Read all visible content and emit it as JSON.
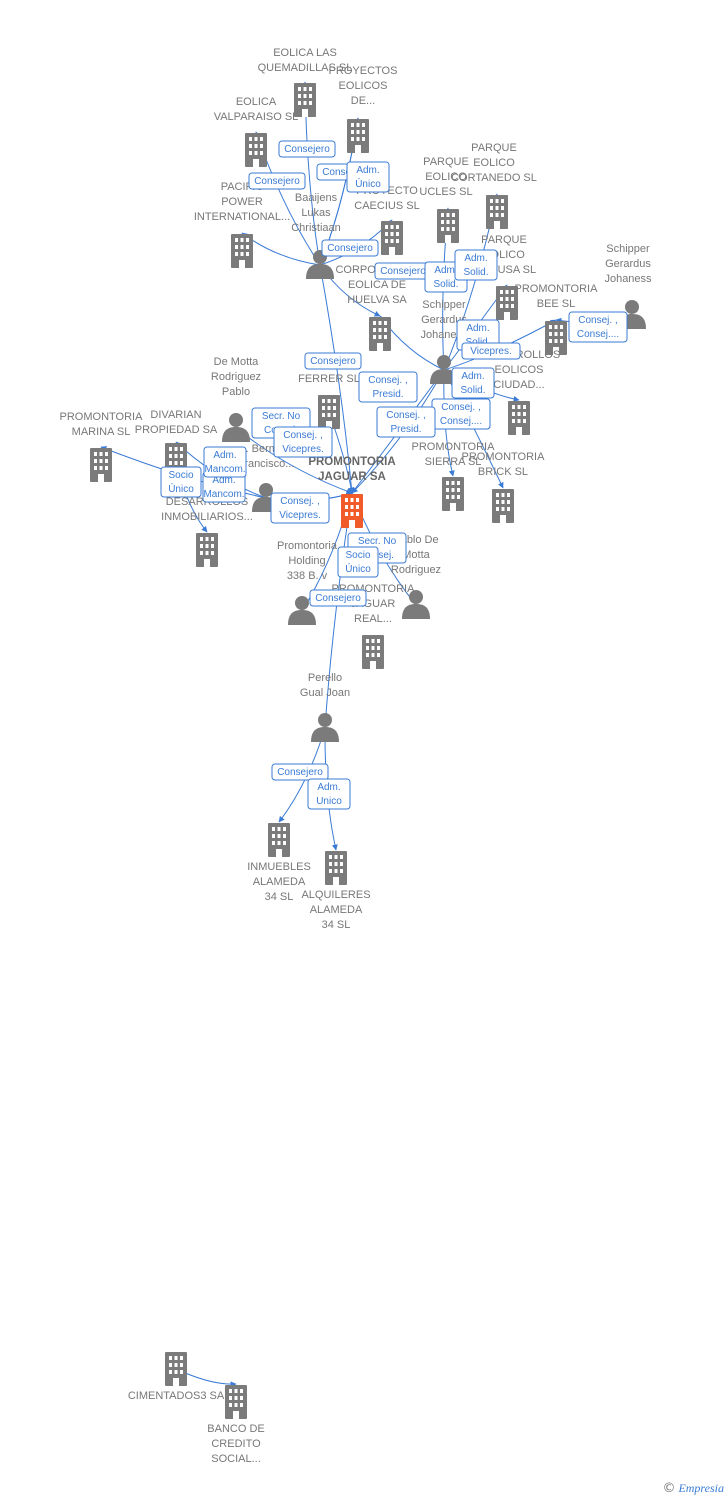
{
  "colors": {
    "edge": "#3a7bd5",
    "node": "#7b7b7b",
    "focus": "#f15a29",
    "text": "#777777"
  },
  "credit": {
    "symbol": "©",
    "brand": "Empresia"
  },
  "nodes": [
    {
      "id": "eolica_quemadillas",
      "type": "company",
      "label": [
        "EOLICA LAS",
        "QUEMADILLAS SL"
      ]
    },
    {
      "id": "proyectos_eolicos",
      "type": "company",
      "label": [
        "PROYECTOS",
        "EOLICOS",
        "DE..."
      ]
    },
    {
      "id": "eolica_valparaiso",
      "type": "company",
      "label": [
        "EOLICA",
        "VALPARAISO SL"
      ]
    },
    {
      "id": "pacific_power",
      "type": "company",
      "label": [
        "PACIFIC",
        "POWER",
        "INTERNATIONAL..."
      ]
    },
    {
      "id": "baaijens",
      "type": "person",
      "label": [
        "Baaijens",
        "Lukas",
        "Christiaan"
      ]
    },
    {
      "id": "proyecto_caecius",
      "type": "company",
      "label": [
        "PROYECTO",
        "CAECIUS SL"
      ]
    },
    {
      "id": "parque_ucles",
      "type": "company",
      "label": [
        "PARQUE",
        "EOLICO",
        "UCLES SL"
      ]
    },
    {
      "id": "parque_cortanedo",
      "type": "company",
      "label": [
        "PARQUE",
        "EOLICO",
        "CORTANEDO SL"
      ]
    },
    {
      "id": "parque_viscusa",
      "type": "company",
      "label": [
        "PARQUE",
        "EOLICO",
        "VISCUSA SL"
      ]
    },
    {
      "id": "schipper_right",
      "type": "person",
      "label": [
        "Schipper",
        "Gerardus",
        "Johaness"
      ]
    },
    {
      "id": "corporacion_huelva",
      "type": "company",
      "label": [
        "CORPORACION",
        "EOLICA DE",
        "HUELVA SA"
      ]
    },
    {
      "id": "schipper_mid",
      "type": "person",
      "label": [
        "Schipper",
        "Gerardus",
        "Johaness"
      ]
    },
    {
      "id": "promontoria_bee",
      "type": "company",
      "label": [
        "PROMONTORIA",
        "BEE SL"
      ]
    },
    {
      "id": "desarrollos_ciudad",
      "type": "company",
      "label": [
        "DESARROLLOS",
        "EOLICOS",
        "CIUDAD..."
      ]
    },
    {
      "id": "ferrer",
      "type": "company",
      "label": [
        "FERRER SL"
      ]
    },
    {
      "id": "de_motta_pablo",
      "type": "person",
      "label": [
        "De Motta",
        "Rodriguez",
        "Pablo"
      ]
    },
    {
      "id": "promontoria_marina",
      "type": "company",
      "label": [
        "PROMONTORIA",
        "MARINA SL"
      ]
    },
    {
      "id": "divarian",
      "type": "company",
      "label": [
        "DIVARIAN",
        "PROPIEDAD SA"
      ]
    },
    {
      "id": "bermejo",
      "type": "person",
      "label": [
        "... Bermejo",
        "Francisco..."
      ]
    },
    {
      "id": "promontoria_jaguar",
      "type": "focus",
      "label": [
        "PROMONTORIA",
        "JAGUAR SA"
      ]
    },
    {
      "id": "promontoria_sierra",
      "type": "company",
      "label": [
        "PROMONTORIA",
        "SIERRA SL"
      ]
    },
    {
      "id": "promontoria_brick",
      "type": "company",
      "label": [
        "PROMONTORIA",
        "BRICK SL"
      ]
    },
    {
      "id": "desarrollos_inmob",
      "type": "company",
      "label": [
        "DESARROLLOS",
        "INMOBILIARIOS..."
      ]
    },
    {
      "id": "promontoria_holding",
      "type": "person",
      "label": [
        "Promontoria",
        "Holding",
        "338 B. v"
      ]
    },
    {
      "id": "de_motta_pablo2",
      "type": "person",
      "label": [
        "Pablo De",
        "Motta",
        "Rodriguez"
      ]
    },
    {
      "id": "promontoria_jaguar_real",
      "type": "company",
      "label": [
        "PROMONTORIA",
        "JAGUAR",
        "REAL..."
      ]
    },
    {
      "id": "perello",
      "type": "person",
      "label": [
        "Perello",
        "Gual Joan"
      ]
    },
    {
      "id": "inmuebles_alameda",
      "type": "company",
      "label": [
        "INMUEBLES",
        "ALAMEDA",
        "34 SL"
      ]
    },
    {
      "id": "alquileres_alameda",
      "type": "company",
      "label": [
        "ALQUILERES",
        "ALAMEDA",
        "34 SL"
      ]
    },
    {
      "id": "cimentados3",
      "type": "company",
      "label": [
        "CIMENTADOS3 SA"
      ]
    },
    {
      "id": "banco_credito",
      "type": "company",
      "label": [
        "BANCO DE",
        "CREDITO",
        "SOCIAL..."
      ]
    }
  ],
  "edges": [
    {
      "from": "baaijens",
      "to": "eolica_quemadillas",
      "label": [
        "Consejero"
      ]
    },
    {
      "from": "baaijens",
      "to": "proyectos_eolicos",
      "label": [
        "Consejero"
      ]
    },
    {
      "from": "baaijens",
      "to": "eolica_valparaiso",
      "label": [
        "Consejero"
      ]
    },
    {
      "from": "baaijens",
      "to": "proyectos_eolicos",
      "label": [
        "Adm.",
        "Único"
      ]
    },
    {
      "from": "baaijens",
      "to": "pacific_power",
      "label": []
    },
    {
      "from": "baaijens",
      "to": "proyecto_caecius",
      "label": [
        "Consejero"
      ]
    },
    {
      "from": "baaijens",
      "to": "corporacion_huelva",
      "label": [
        "Consejero"
      ]
    },
    {
      "from": "baaijens",
      "to": "promontoria_jaguar",
      "label": []
    },
    {
      "from": "schipper_mid",
      "to": "parque_ucles",
      "label": [
        "Adm.",
        "Solid."
      ]
    },
    {
      "from": "schipper_mid",
      "to": "parque_cortanedo",
      "label": [
        "Adm.",
        "Solid."
      ]
    },
    {
      "from": "schipper_mid",
      "to": "parque_viscusa",
      "label": [
        "Adm.",
        "Solid."
      ]
    },
    {
      "from": "schipper_mid",
      "to": "desarrollos_ciudad",
      "label": [
        "Adm.",
        "Solid."
      ]
    },
    {
      "from": "schipper_mid",
      "to": "promontoria_bee",
      "label": [
        "Vicepres."
      ]
    },
    {
      "from": "schipper_right",
      "to": "promontoria_bee",
      "label": [
        "Consej. ,",
        "Consej...."
      ]
    },
    {
      "from": "schipper_mid",
      "to": "corporacion_huelva",
      "label": []
    },
    {
      "from": "schipper_mid",
      "to": "promontoria_jaguar",
      "label": [
        "Consej. ,",
        "Presid."
      ]
    },
    {
      "from": "schipper_mid",
      "to": "promontoria_sierra",
      "label": [
        "Consej. ,",
        "Consej...."
      ]
    },
    {
      "from": "schipper_mid",
      "to": "promontoria_brick",
      "label": [
        "Consej. ,",
        "Consej...."
      ]
    },
    {
      "from": "schipper_mid",
      "to": "promontoria_jaguar",
      "label": [
        "Consej. ,",
        "Presid."
      ]
    },
    {
      "from": "ferrer",
      "to": "promontoria_jaguar",
      "label": [
        "Consejero"
      ]
    },
    {
      "from": "de_motta_pablo",
      "to": "promontoria_jaguar",
      "label": [
        "Secr. No",
        "Consej."
      ]
    },
    {
      "from": "bermejo",
      "to": "promontoria_jaguar",
      "label": [
        "Consej. ,",
        "Vicepres."
      ]
    },
    {
      "from": "bermejo",
      "to": "divarian",
      "label": [
        "Adm.",
        "Mancom."
      ]
    },
    {
      "from": "bermejo",
      "to": "promontoria_marina",
      "label": [
        "Adm.",
        "Mancom."
      ]
    },
    {
      "from": "divarian",
      "to": "desarrollos_inmob",
      "label": [
        "Socio",
        "Único"
      ]
    },
    {
      "from": "bermejo",
      "to": "promontoria_jaguar",
      "label": [
        "Consej. ,",
        "Vicepres."
      ]
    },
    {
      "from": "de_motta_pablo2",
      "to": "promontoria_jaguar",
      "label": [
        "Secr. No",
        "Consej."
      ]
    },
    {
      "from": "promontoria_holding",
      "to": "promontoria_jaguar",
      "label": [
        "Socio",
        "Único"
      ]
    },
    {
      "from": "perello",
      "to": "promontoria_jaguar",
      "label": [
        "Consejero"
      ]
    },
    {
      "from": "perello",
      "to": "inmuebles_alameda",
      "label": [
        "Consejero"
      ]
    },
    {
      "from": "perello",
      "to": "alquileres_alameda",
      "label": [
        "Adm.",
        "Unico"
      ]
    },
    {
      "from": "cimentados3",
      "to": "banco_credito",
      "label": []
    }
  ]
}
